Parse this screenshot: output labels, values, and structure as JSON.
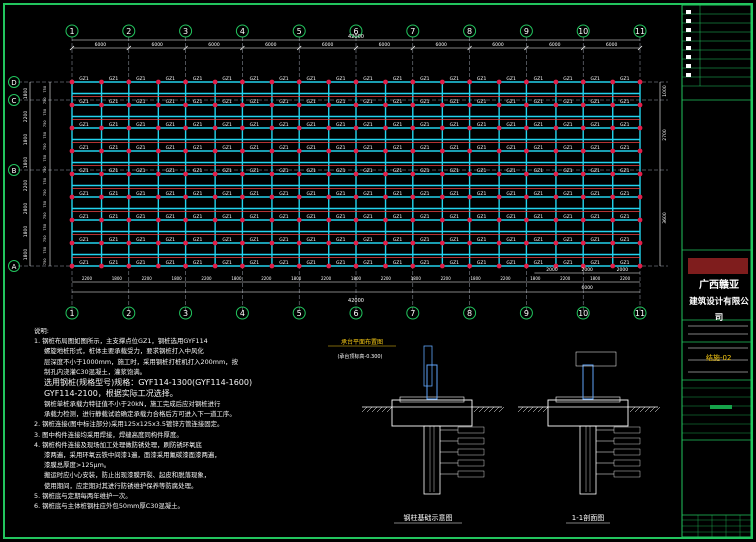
{
  "drawing": {
    "axis_numbers": [
      "1",
      "2",
      "3",
      "4",
      "5",
      "6",
      "7",
      "8",
      "9",
      "10",
      "11"
    ],
    "axis_letters": [
      "D",
      "C",
      "B",
      "A"
    ],
    "top_dims": [
      "6000",
      "6000",
      "6000",
      "6000",
      "6000",
      "6000",
      "6000",
      "6000",
      "6000",
      "6000"
    ],
    "top_total": "42000",
    "bottom_dims": [
      "2200",
      "1800",
      "2200",
      "1800",
      "2200",
      "1800",
      "2200",
      "1800",
      "2200",
      "1800",
      "2200",
      "1800",
      "2200",
      "1800",
      "2200",
      "1800",
      "2200",
      "1800",
      "2200"
    ],
    "bottom_total": "42000",
    "right_small_dims": [
      "2000",
      "2000",
      "2000"
    ],
    "right_small_total": "6000",
    "left_dims": [
      "1800",
      "2200",
      "1800",
      "1800",
      "2200",
      "2800",
      "1800",
      "1800"
    ],
    "right_dims": [
      "1000",
      "2700",
      "3600"
    ],
    "pile_label": "GZ1",
    "foundation_title": "承台平面布置图",
    "foundation_note": "(承台顶标高-0.300)",
    "detail_left_title": "钢柱基础示意图",
    "detail_right_title": "1-1剖面图",
    "colors": {
      "frame": "#22c55e",
      "axis": "#ffffff",
      "grid": "#22d3ee",
      "tie": "#ef4444",
      "pile": "#e11d48",
      "dim": "#ffffff",
      "label": "#ffffff"
    }
  },
  "notes": {
    "heading": "说明:",
    "lines": [
      "1. 钢桩布局图如图所示，主支撑点位GZ1，钢桩选用GYF114",
      "   螺旋地桩形式，桩体主要承载受力，要求钢桩打入中风化",
      "   层深度不小于1000mm，施工时，采用钢桩打桩机打入200mm，按",
      "   制孔内浇灌C30混凝土，灌浆饱满。",
      "   选用钢桩(规格型号)规格：GYF114-1300(GYF114-1600)",
      "   GYF114-2100，根据实际工况选择。",
      "   钢桩单桩承载力特征值不小于20kN，施工完成后应对钢桩进行",
      "   承载力检测，进行静载试验确定承载力合格后方可进入下一道工序。",
      "2. 钢桩连接(图中标注部分)采用125x125x3.5镀锌方管连接固定。",
      "3. 图中构件连接均采用焊接，焊缝高度同构件厚度。",
      "4. 钢桩构件连接及现场加工处理做防锈处理，刷防锈环氧底",
      "   漆两遍，采用环氧云铁中间漆1遍，面漆采用氟碳漆面漆两遍，",
      "   漆膜总厚度>125μm。",
      "   搬运时应小心安装，防止出现漆膜开裂、起皮和脱落现象，",
      "   使用期间，应定期对其进行防锈维护保养等防腐处理。",
      "5. 钢桩底与定期每两年维护一次。",
      "6. 钢桩底与主体桩钢柱应外包50mm厚C30混凝土。"
    ]
  },
  "titleblock": {
    "company_line1": "广西赣亚",
    "company_line2": "建筑设计有限公司",
    "drawing_no": "结施-02"
  }
}
